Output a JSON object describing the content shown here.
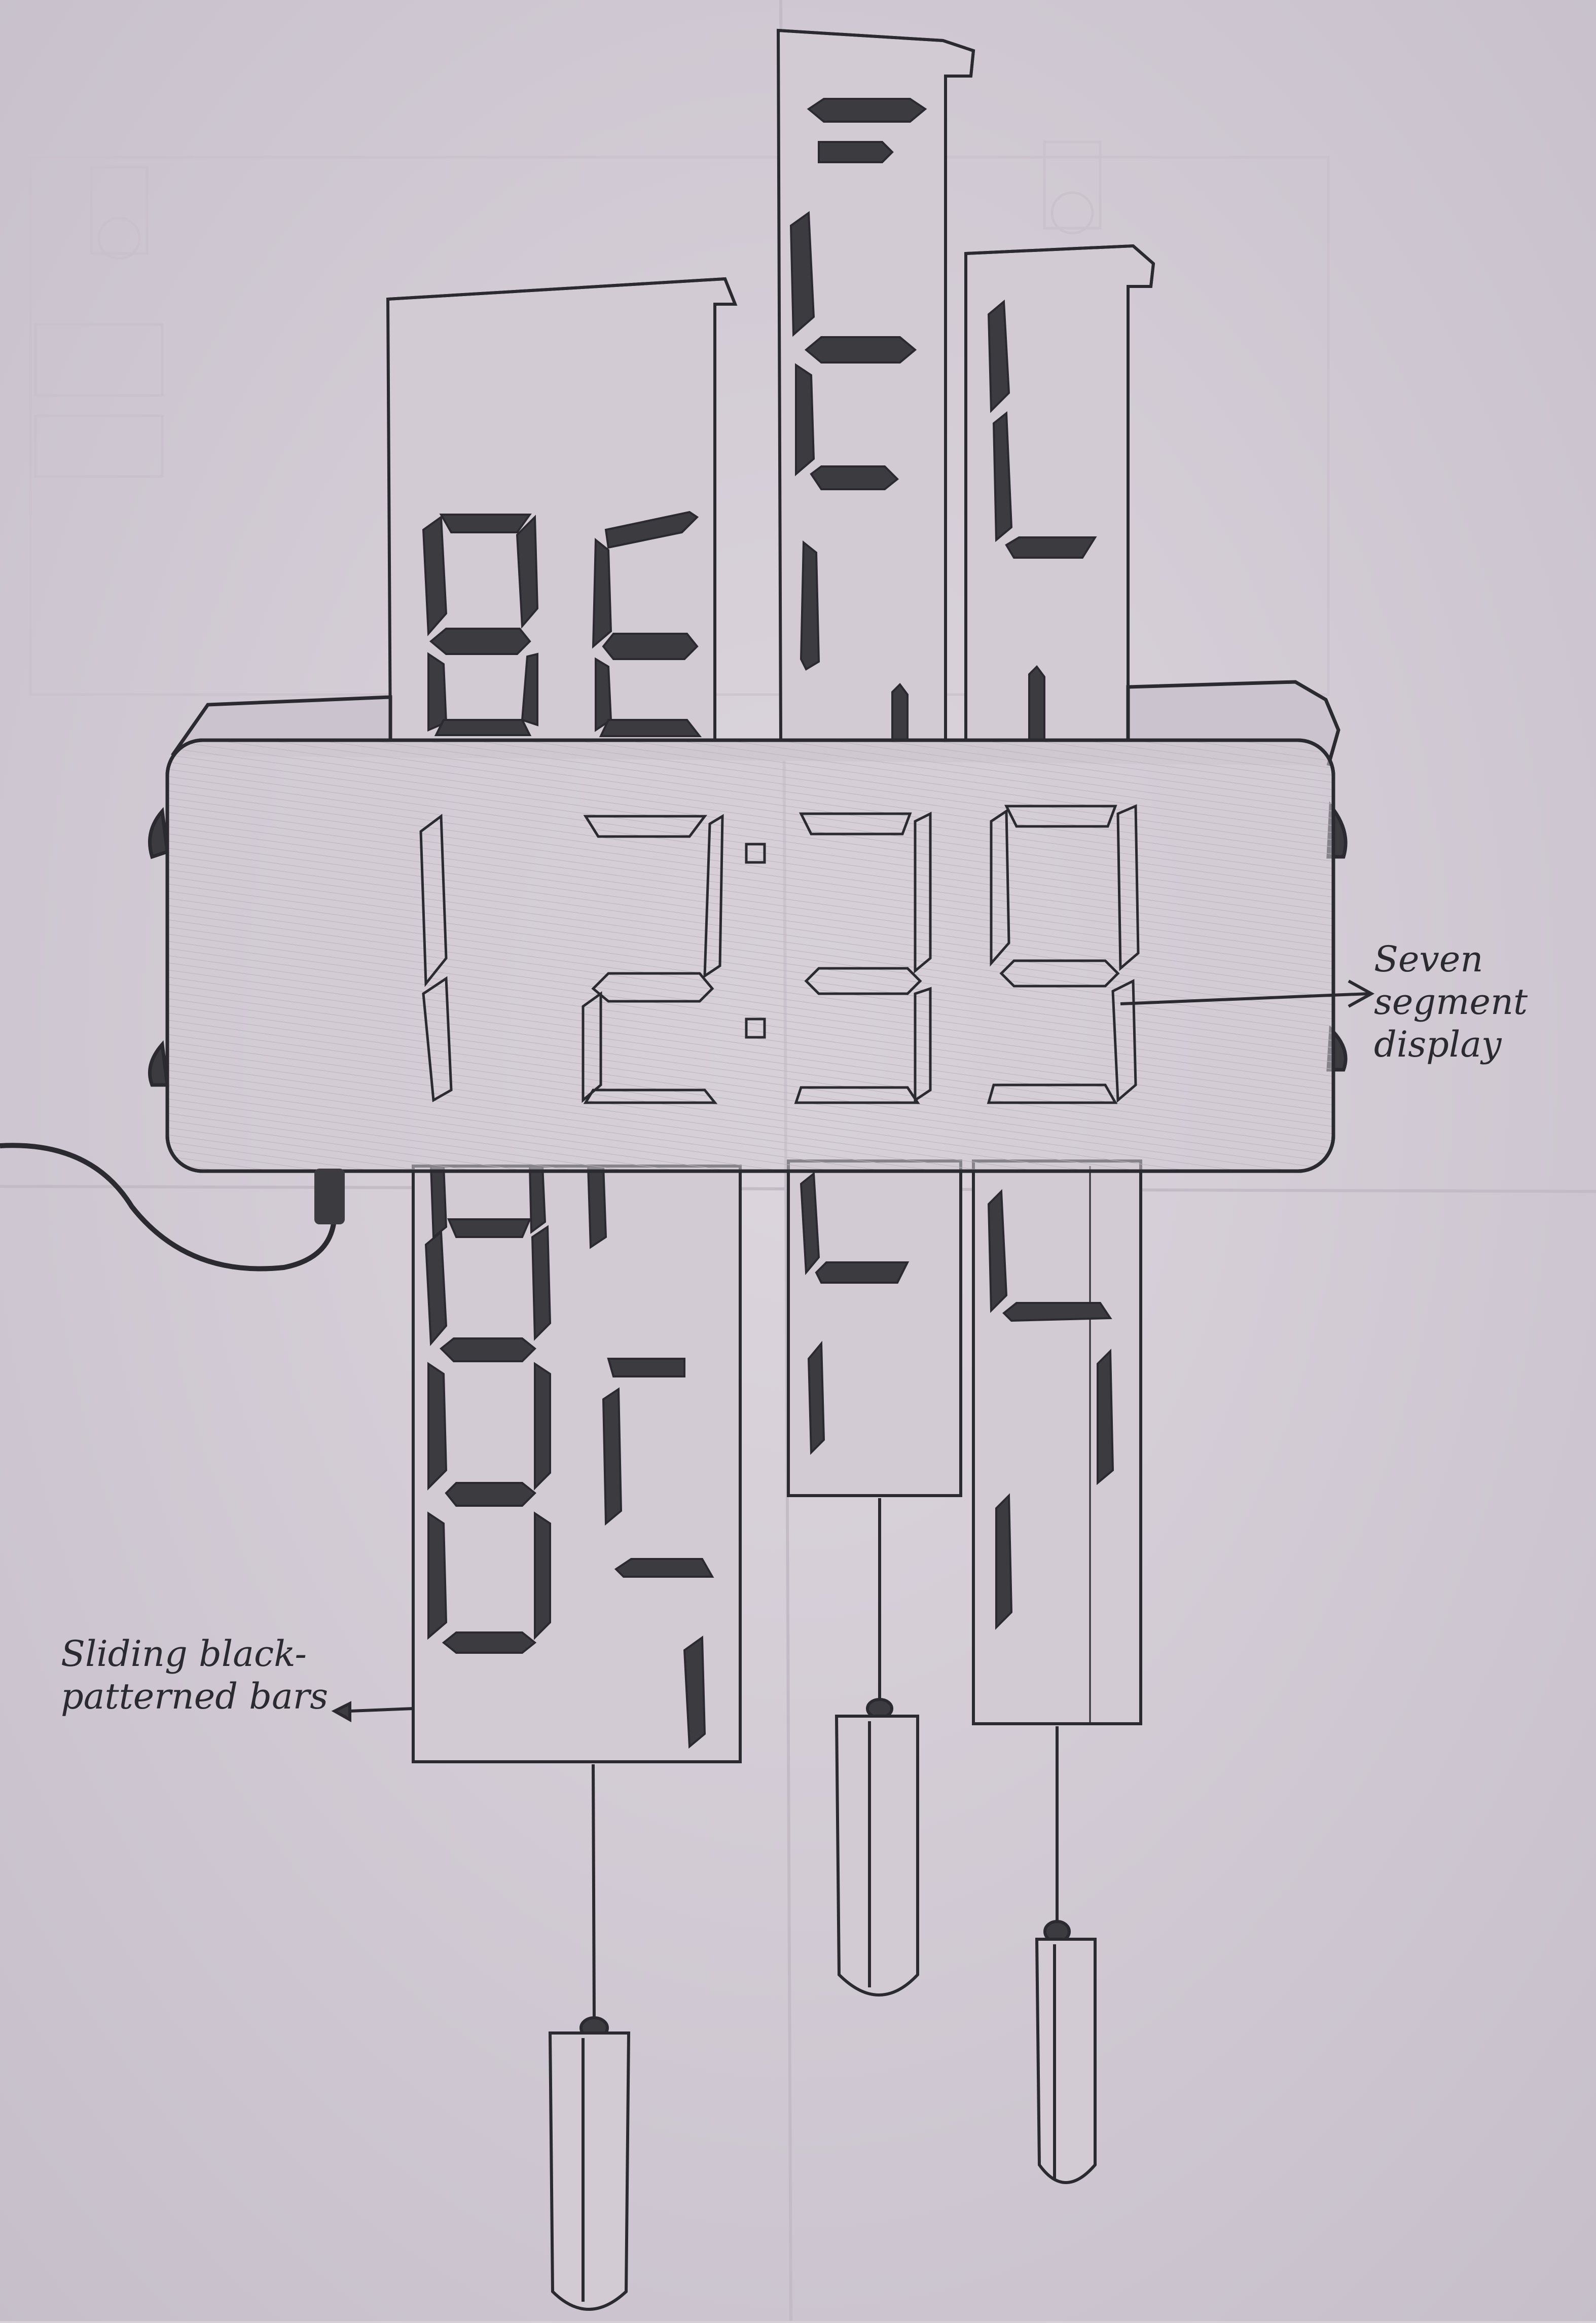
{
  "display": {
    "digits": [
      "1",
      "2",
      "3",
      "9"
    ],
    "colon": ":"
  },
  "annotations": {
    "seven_segment": [
      "Seven",
      "segment",
      "display"
    ],
    "sliding_bars": [
      "Sliding black-",
      "patterned bars"
    ]
  },
  "colors": {
    "paper": "#d6cfd8",
    "ink": "#2a2a30",
    "segment_fill": "#3b3b40",
    "outline": "#2a2a30"
  }
}
